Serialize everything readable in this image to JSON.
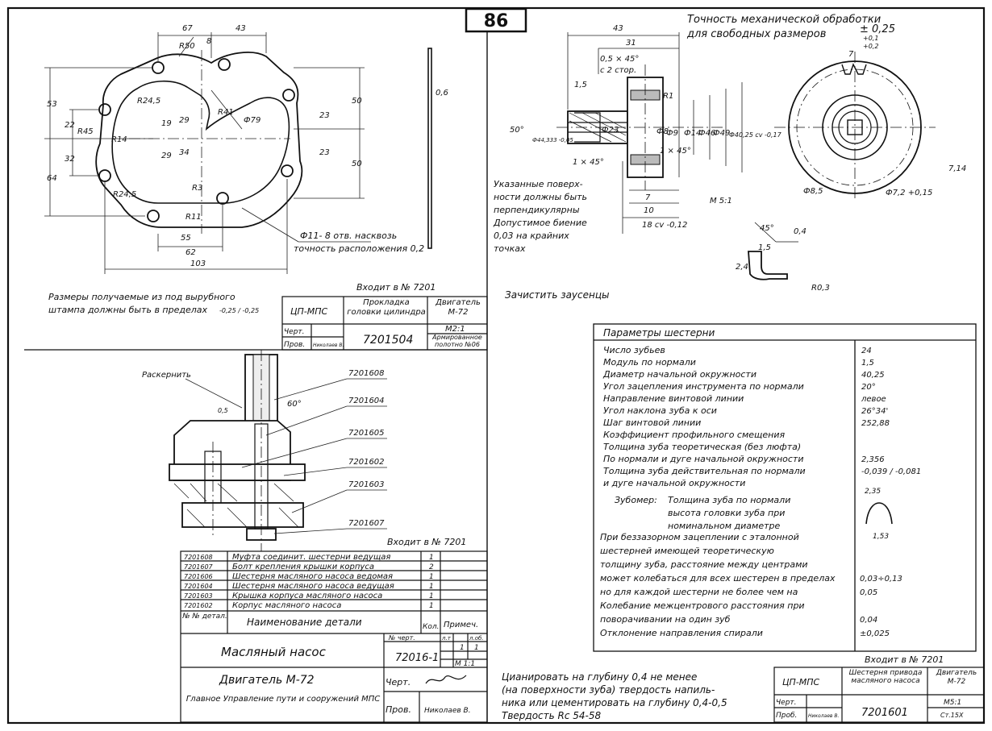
{
  "page_number": "86",
  "gasket": {
    "dims": {
      "d67": "67",
      "d43": "43",
      "d8": "8",
      "r50": "R50",
      "d53": "53",
      "d64": "64",
      "d22": "22",
      "d32": "32",
      "r45": "R45",
      "r14": "R14",
      "r245a": "R24,5",
      "r245b": "R24,5",
      "d19": "19",
      "d29": "29",
      "d34": "34",
      "d29b": "29",
      "r41": "R41",
      "d79": "Ф79",
      "d50a": "50",
      "d50b": "50",
      "d23a": "23",
      "d23b": "23",
      "r3": "R3",
      "r11": "R11",
      "d55": "55",
      "d62": "62",
      "d103": "103",
      "thk": "0,6"
    },
    "hole_note": "Ф11- 8 отв. насквозь",
    "hole_tol": "точность расположения 0,2",
    "note_line1": "Размеры получаемые из под вырубного",
    "note_line2": "штампа должны быть в пределах",
    "note_tol": "-0,25 / -0,25"
  },
  "tb_gasket": {
    "enters": "Входит в № 7201",
    "org": "ЦП-МПС",
    "name": "Прокладка головки цилиндра",
    "assembly": "Двигатель М-72",
    "num": "7201504",
    "scale": "М2:1",
    "material": "Армированное полотно №06",
    "drawn_label": "Черт.",
    "check_label": "Пров.",
    "checker": "Николаев В."
  },
  "gear": {
    "tol_line1": "Точность механической обработки",
    "tol_line2": "для свободных размеров",
    "tol_val": "± 0,25",
    "dims": {
      "d43": "43",
      "d31": "31",
      "chamfer1": "0,5 × 45°",
      "chamfer1b": "с 2 стор.",
      "d15": "1,5",
      "r1": "R1",
      "ang50": "50°",
      "d44": "Ф44,333 -0,05",
      "d23": "Ф23",
      "d8": "Ф8",
      "d9": "Ф9",
      "d14": "Ф14",
      "d46": "Ф46",
      "d49": "Ф49",
      "d4025": "Ф40,25 сv -0,17",
      "ch1": "1 × 45°",
      "ch2": "1 × 45°",
      "d7": "7",
      "d10": "10",
      "d18": "18 сv -0,12",
      "m51": "М 5:1",
      "seven": "7",
      "tol01": "+0,1",
      "tol02": "+0,2",
      "d85": "Ф8,5",
      "d72": "Ф7,2 +0,15",
      "d714": "7,14",
      "ang45": "45°",
      "d04": "0,4",
      "d15b": "1,5",
      "d24": "2,4",
      "r03": "R0,3"
    },
    "perp_note": [
      "Указанные поверх-",
      "ности должны быть",
      "перпендикулярны",
      "Допустимое биение",
      "0,03 на крайних",
      "точках"
    ],
    "deburr": "Зачистить заусенцы"
  },
  "params": {
    "title": "Параметры шестерни",
    "rows": [
      {
        "label": "Число зубьев",
        "value": "24"
      },
      {
        "label": "Модуль по нормали",
        "value": "1,5"
      },
      {
        "label": "Диаметр начальной окружности",
        "value": "40,25"
      },
      {
        "label": "Угол зацепления инструмента по нормали",
        "value": "20°"
      },
      {
        "label": "Направление винтовой линии",
        "value": "левое"
      },
      {
        "label": "Угол наклона зуба к оси",
        "value": "26°34'"
      },
      {
        "label": "Шаг винтовой линии",
        "value": "252,88"
      },
      {
        "label": "Коэффициент профильного смещения",
        "value": ""
      },
      {
        "label": "Толщина зуба теоретическая (без люфта)",
        "value": ""
      },
      {
        "label": "По нормали и дуге начальной окружности",
        "value": "2,356"
      },
      {
        "label": "Толщина зуба действительная по нормали",
        "value": "-0,039 / -0,081"
      },
      {
        "label": "и дуге начальной окружности",
        "value": ""
      }
    ],
    "gauge_title": "Зубомер:",
    "gauge_lines": [
      "Толщина зуба по нормали",
      "высота головки зуба при",
      "номинальном диаметре"
    ],
    "gauge_top": "2,35",
    "gauge_bot": "1,53",
    "rows2": [
      {
        "label": "При беззазорном зацеплении с эталонной",
        "value": ""
      },
      {
        "label": "шестерней имеющей теоретическую",
        "value": ""
      },
      {
        "label": "толщину зуба, расстояние между центрами",
        "value": ""
      },
      {
        "label": "может колебаться для всех шестерен в пределах",
        "value": "0,03÷0,13"
      },
      {
        "label": "но для каждой шестерни не более чем на",
        "value": "0,05"
      },
      {
        "label": "Колебание межцентрового расстояния при",
        "value": ""
      },
      {
        "label": "поворачивании на один зуб",
        "value": "0,04"
      },
      {
        "label": "Отклонение направления спирали",
        "value": "±0,025"
      }
    ]
  },
  "tb_gear": {
    "enters": "Входит в № 7201",
    "org": "ЦП-МПС",
    "name": "Шестерня привода масляного насоса",
    "assembly": "Двигатель М-72",
    "num": "7201601",
    "scale": "М5:1",
    "material": "Ст.15Х",
    "drawn_label": "Черт.",
    "check_label": "Проб.",
    "checker": "Николаев В."
  },
  "cyan_note": [
    "Цианировать на глубину 0,4 не менее",
    "(на поверхности зуба) твердость напиль-",
    "ника или цементировать на глубину 0,4-0,5",
    "Твердость Rc 54-58"
  ],
  "assembly": {
    "callout_grind": "Раскернить",
    "angle": "60°",
    "dim05": "0,5",
    "callouts": [
      "7201608",
      "7201604",
      "7201605",
      "7201602",
      "7201603",
      "7201607"
    ]
  },
  "parts": {
    "enters": "Входит в № 7201",
    "rows": [
      {
        "num": "7201608",
        "name": "Муфта соединит. шестерни ведущая",
        "qty": "1"
      },
      {
        "num": "7201607",
        "name": "Болт крепления крышки корпуса",
        "qty": "2"
      },
      {
        "num": "7201606",
        "name": "Шестерня масляного насоса ведомая",
        "qty": "1"
      },
      {
        "num": "7201604",
        "name": "Шестерня масляного насоса ведущая",
        "qty": "1"
      },
      {
        "num": "7201603",
        "name": "Крышка корпуса масляного насоса",
        "qty": "1"
      },
      {
        "num": "7201602",
        "name": "Корпус масляного насоса",
        "qty": "1"
      }
    ],
    "head_num": "№ № детал.",
    "head_name": "Наименование детали",
    "head_qty": "Кол.",
    "head_note": "Примеч.",
    "lit_label": "№ черт.",
    "lit_list": "л.т",
    "lit_sheets": "л.об.",
    "title": "Масляный насос",
    "num": "72016-1",
    "sheet": "1",
    "sheets": "1",
    "scale": "М 1:1",
    "assembly": "Двигатель М-72",
    "drawn_label": "Черт.",
    "check_label": "Пров.",
    "checker": "Николаев В.",
    "org": "Главное Управление пути и сооружений МПС"
  }
}
